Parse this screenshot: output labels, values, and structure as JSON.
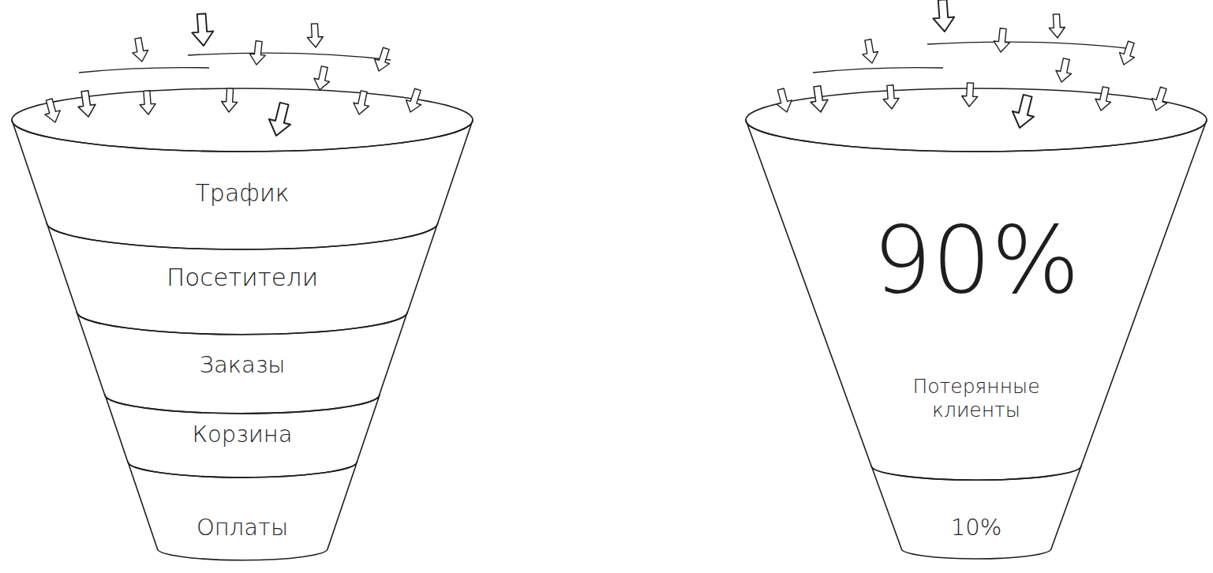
{
  "diagram": {
    "nodes": [
      {
        "text": [
          "Трафик"
        ]
      },
      {
        "text": [
          "Посетители"
        ]
      },
      {
        "text": [
          "Заказы"
        ]
      },
      {
        "text": [
          "Корзина"
        ]
      },
      {
        "text": [
          "Оплаты"
        ]
      },
      {
        "text": [
          "90%",
          "Потерянные клиенты"
        ]
      },
      {
        "text": [
          "10%"
        ]
      }
    ]
  }
}
